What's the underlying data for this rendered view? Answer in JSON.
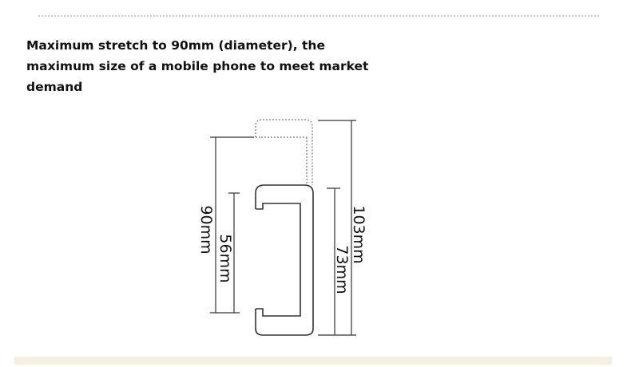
{
  "description": {
    "lines": [
      "Maximum stretch to 90mm (diameter), the",
      "maximum size of a mobile phone to meet market",
      "demand"
    ]
  },
  "dimensions": {
    "outer_left": "90mm",
    "inner_left": "56mm",
    "outer_right": "103mm",
    "inner_right": "73mm"
  },
  "colors": {
    "text": "#111111",
    "line": "#333333",
    "dotted_rule": "#c9c9c9",
    "footer_band": "#f6f0e1"
  }
}
